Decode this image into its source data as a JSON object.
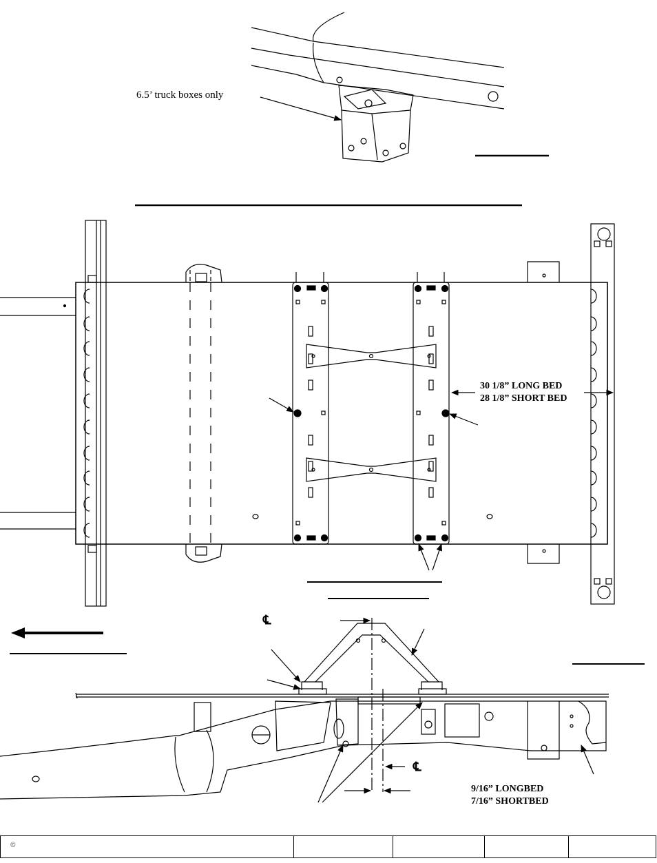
{
  "callouts": {
    "truck_box_note": "6.5’ truck boxes only",
    "width_dimension": {
      "line1": "30 1/8” LONG BED",
      "line2": "28 1/8” SHORT BED"
    },
    "offset_dimension": {
      "line1": "9/16” LONGBED",
      "line2": "7/16” SHORTBED"
    }
  },
  "symbols": {
    "centerline_top": "℄",
    "centerline_bottom": "℄"
  },
  "footer": {
    "copyright": "©",
    "cells": [
      "",
      "",
      "",
      "",
      ""
    ]
  }
}
